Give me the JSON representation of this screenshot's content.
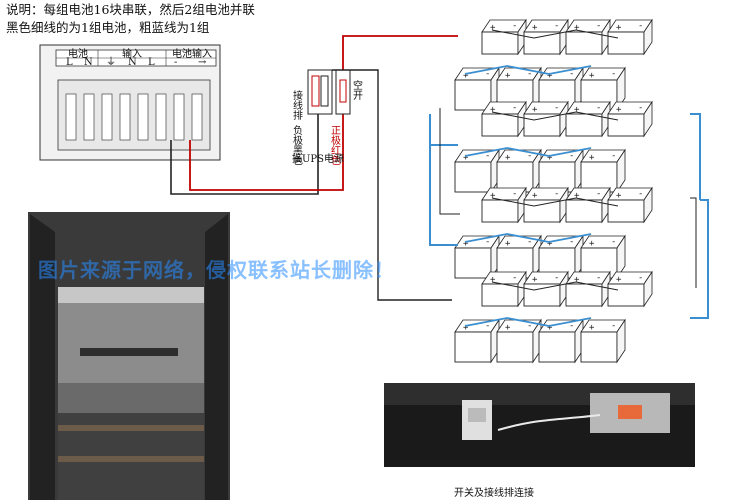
{
  "notes": {
    "line1": "说明：每组电池16块串联，然后2组电池并联",
    "line2": "黑色细线的为1组电池，粗蓝线为1组"
  },
  "terminal_panel": {
    "headers": [
      "电池",
      "输入",
      "电池输入"
    ],
    "markings": [
      "L",
      "N",
      "⏚",
      "N",
      "L",
      "-",
      "→"
    ]
  },
  "labels": {
    "wiring_block": "接线排",
    "breaker": "空开",
    "neg_pole": "负极黑色",
    "pos_pole": "正极红色",
    "ups_battery": "接UPS电源",
    "photo_caption": "开关及接线排连接"
  },
  "watermark": "图片来源于网络，侵权联系站长删除！",
  "colors": {
    "red_wire": "#c00000",
    "black_wire": "#222222",
    "blue_wire": "#3b8fd0",
    "watermark": "#2f8fff"
  },
  "battery_grid": {
    "layers": 4,
    "rows_per_layer": 2,
    "batteries_per_row": 4,
    "terminals": [
      "+",
      "-"
    ]
  }
}
